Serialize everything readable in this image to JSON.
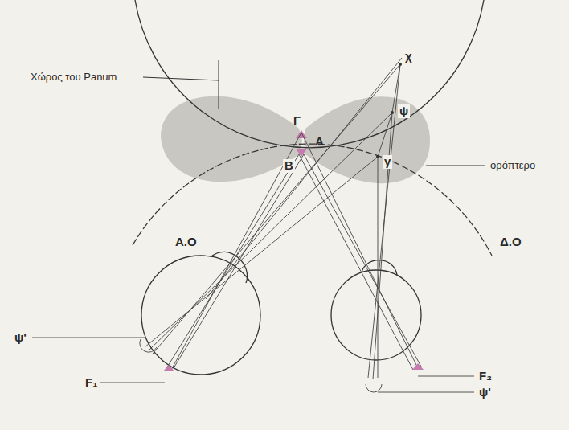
{
  "diagram": {
    "labels": [
      "Χώρος του Panum",
      "Γ",
      "Α",
      "Β",
      "χ",
      "ψ",
      "γ",
      "ορόπτερο",
      "Α.Ο",
      "Δ.Ο",
      "ψ'",
      "F₁",
      "F₂",
      "ψ'"
    ]
  }
}
